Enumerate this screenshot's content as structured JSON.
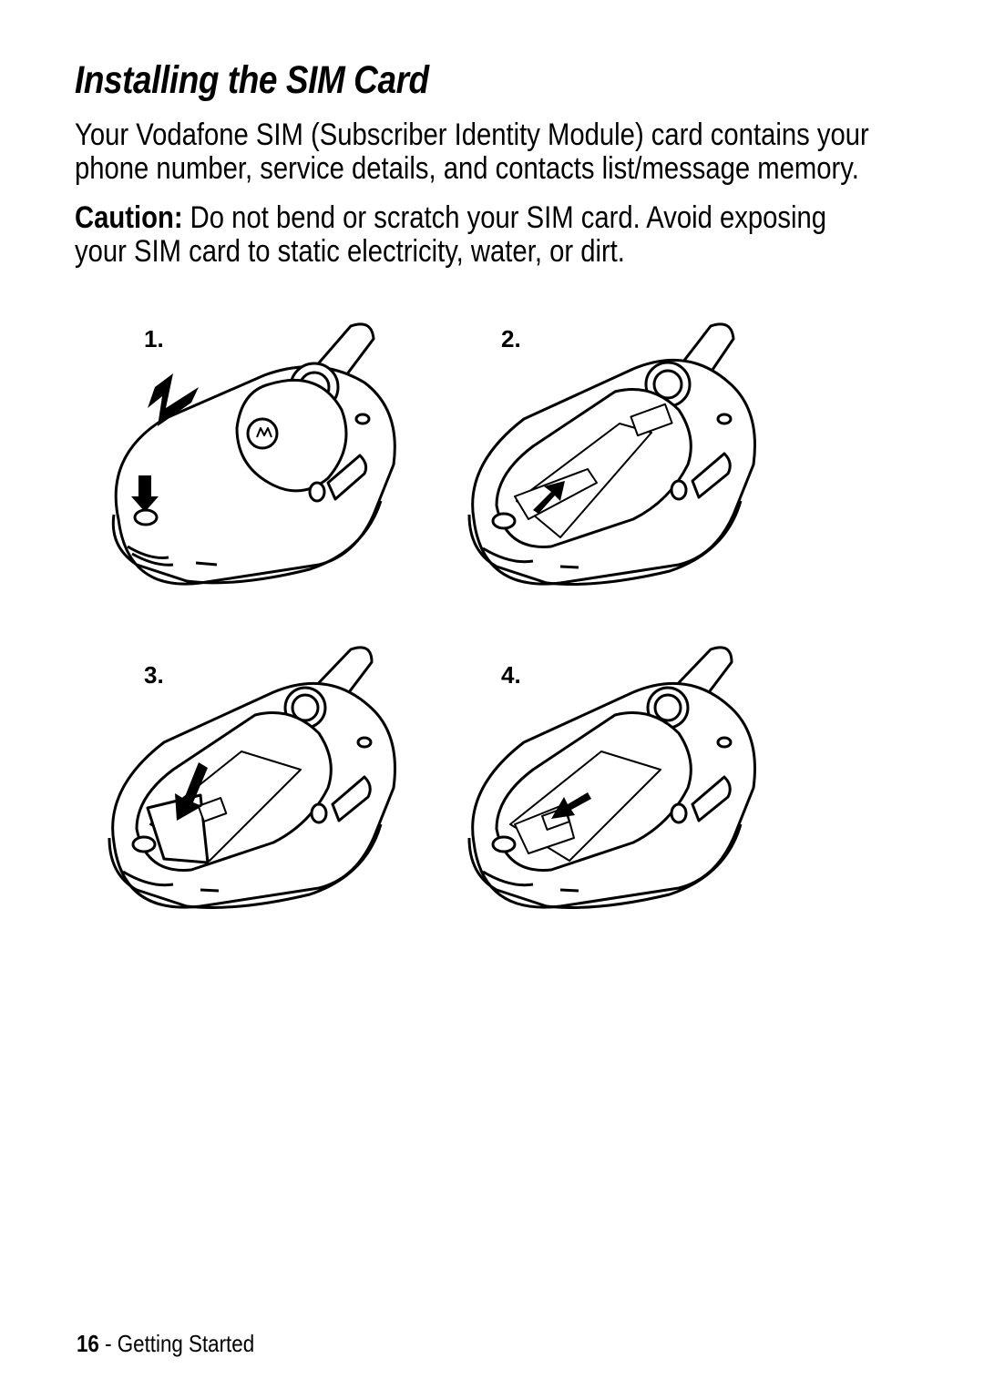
{
  "page": {
    "title": "Installing the SIM Card",
    "intro": "Your Vodafone SIM (Subscriber Identity Module) card contains your phone number, service details, and contacts list/message memory.",
    "caution_label": "Caution:",
    "caution_text": " Do not bend or scratch your SIM card. Avoid exposing your SIM card to static electricity, water, or dirt."
  },
  "steps": [
    {
      "number": "1.",
      "illustration": "phone-back-cover-removal"
    },
    {
      "number": "2.",
      "illustration": "battery-compartment-sim-slot"
    },
    {
      "number": "3.",
      "illustration": "sim-card-insertion"
    },
    {
      "number": "4.",
      "illustration": "sim-card-slide-in"
    }
  ],
  "footer": {
    "page_number": "16",
    "separator": " - ",
    "section": "Getting Started"
  }
}
